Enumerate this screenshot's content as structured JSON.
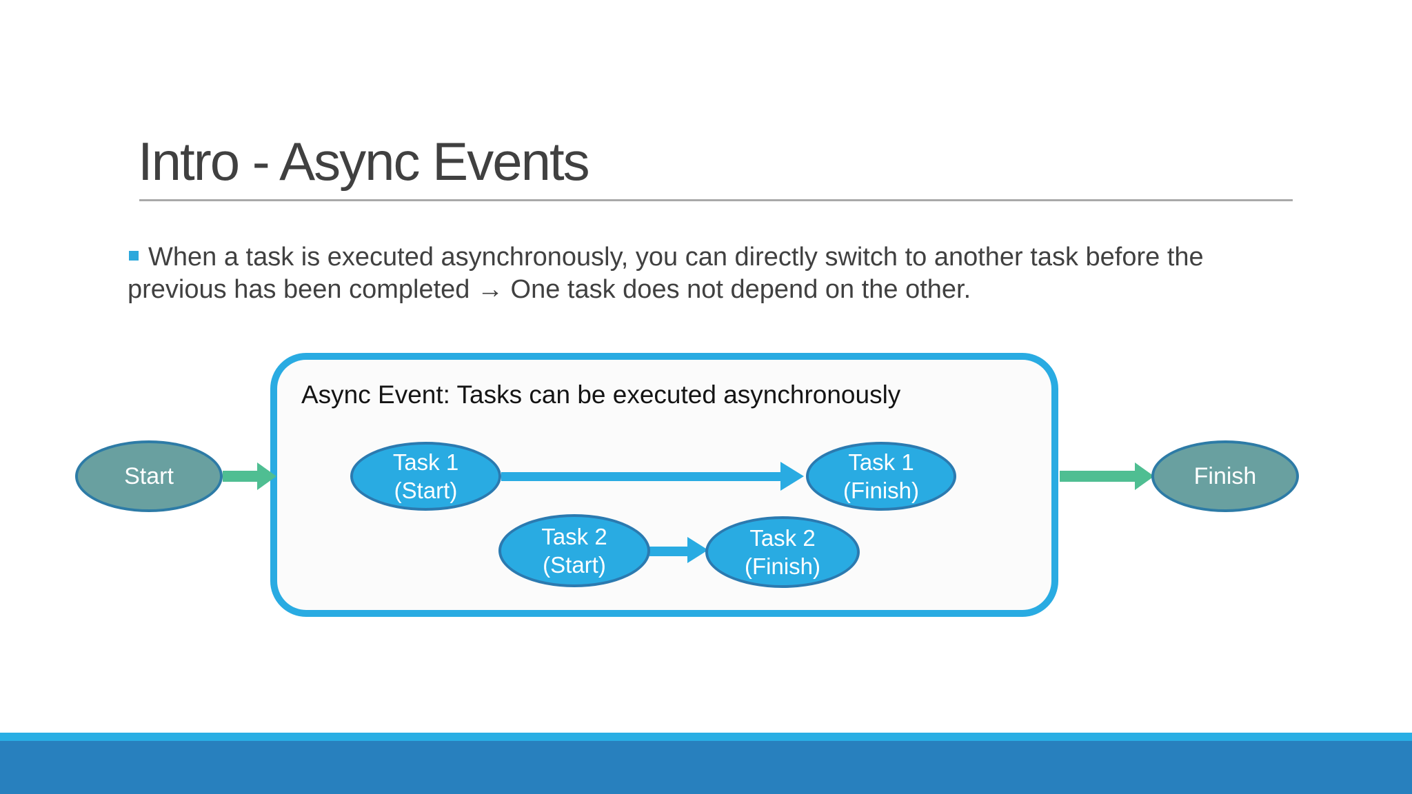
{
  "slide": {
    "title": "Intro - Async Events",
    "bullet_point": {
      "line1": "When a task is executed asynchronously, you can directly switch to another task before the",
      "line2": "previous has been completed → One task does not depend on the other."
    },
    "diagram": {
      "box_label": "Async Event: Tasks can be executed asynchronously",
      "nodes": {
        "start": {
          "label": "Start"
        },
        "task1_start": {
          "line1": "Task 1",
          "line2": "(Start)"
        },
        "task1_finish": {
          "line1": "Task 1",
          "line2": "(Finish)"
        },
        "task2_start": {
          "line1": "Task 2",
          "line2": "(Start)"
        },
        "task2_finish": {
          "line1": "Task 2",
          "line2": "(Finish)"
        },
        "finish": {
          "label": "Finish"
        }
      }
    },
    "colors": {
      "title_text": "#404040",
      "body_text": "#404040",
      "underline": "#A9A9A9",
      "bullet_marker": "#2CA8DC",
      "box_border": "#29ABE2",
      "box_fill": "#FBFBFB",
      "box_label_text": "#141414",
      "task_fill": "#29ABE2",
      "task_border": "#2B7AB0",
      "terminal_fill": "#69A0A0",
      "terminal_border": "#2D7BA6",
      "node_text": "#FFFFFF",
      "green_arrow": "#4FBE92",
      "blue_arrow": "#29ABE2",
      "footer_strip": "#29AEE4",
      "footer_band": "#2880BE"
    }
  }
}
